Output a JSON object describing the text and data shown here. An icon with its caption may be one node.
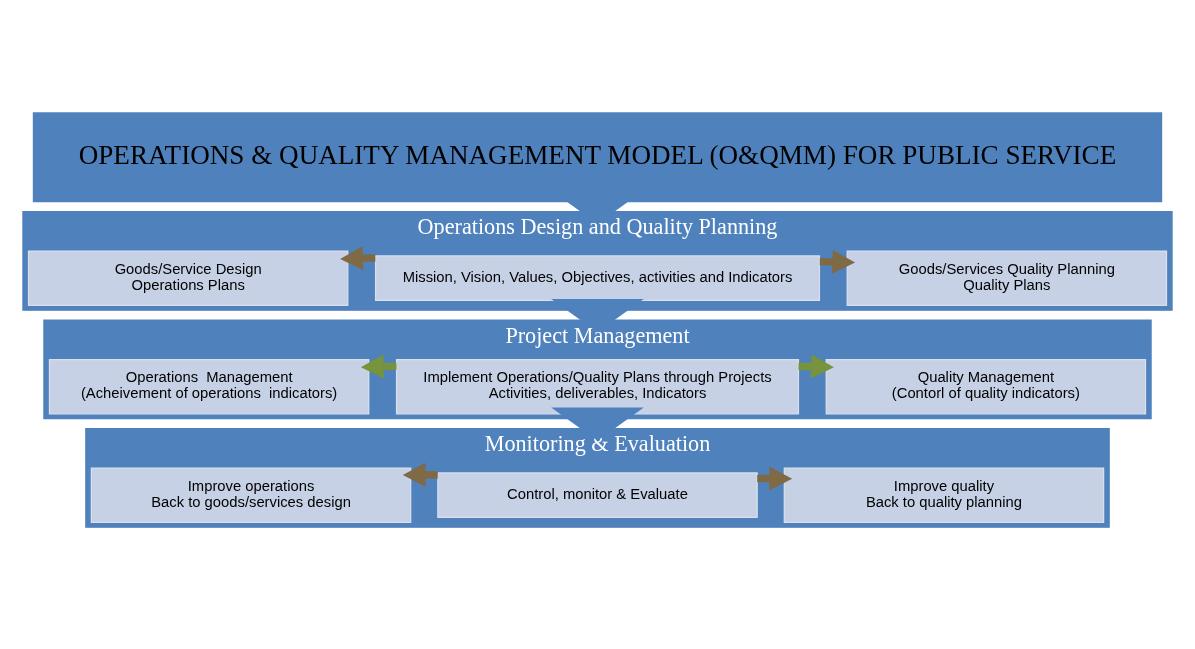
{
  "diagram": {
    "nodes": [
      {
        "text": [
          "OPERATIONS & QUALITY MANAGEMENT MODEL (O&QMM) FOR PUBLIC SERVICE"
        ]
      },
      {
        "text": [
          "Operations Design and Quality Planning"
        ]
      },
      {
        "text": [
          "Goods/Service Design",
          "Operations Plans"
        ],
        "in": 1
      },
      {
        "text": [
          "Mission, Vision, Values, Objectives, activities and Indicators"
        ],
        "in": 1
      },
      {
        "text": [
          "Goods/Services Quality Planning",
          "Quality Plans"
        ],
        "in": 1
      },
      {
        "text": [
          "Project Management"
        ]
      },
      {
        "text": [
          "Operations  Management",
          "(Acheivement of operations  indicators)"
        ],
        "in": 5
      },
      {
        "text": [
          "Implement Operations/Quality Plans through Projects",
          "Activities, deliverables, Indicators"
        ],
        "in": 5
      },
      {
        "text": [
          "Quality Management",
          "(Contorl of quality indicators)"
        ],
        "in": 5
      },
      {
        "text": [
          "Monitoring & Evaluation"
        ]
      },
      {
        "text": [
          "Improve operations",
          "Back to goods/services design"
        ],
        "in": 9
      },
      {
        "text": [
          "Control, monitor & Evaluate"
        ],
        "in": 9
      },
      {
        "text": [
          "Improve quality",
          "Back to quality planning"
        ],
        "in": 9
      }
    ],
    "edges": [
      {
        "from": 0,
        "to": 1,
        "arrow": "to",
        "color": "#4f81bd"
      },
      {
        "from": 3,
        "to": 2,
        "arrow": "to"
      },
      {
        "from": 3,
        "to": 4,
        "arrow": "to"
      },
      {
        "from": 1,
        "to": 5,
        "arrow": "to",
        "color": "#4f81bd"
      },
      {
        "from": 7,
        "to": 6,
        "arrow": "to",
        "color": "#77933c"
      },
      {
        "from": 7,
        "to": 8,
        "arrow": "to",
        "color": "#77933c"
      },
      {
        "from": 5,
        "to": 9,
        "arrow": "to",
        "color": "#4f81bd"
      },
      {
        "from": 11,
        "to": 10,
        "arrow": "to"
      },
      {
        "from": 11,
        "to": 12,
        "arrow": "to"
      }
    ]
  }
}
